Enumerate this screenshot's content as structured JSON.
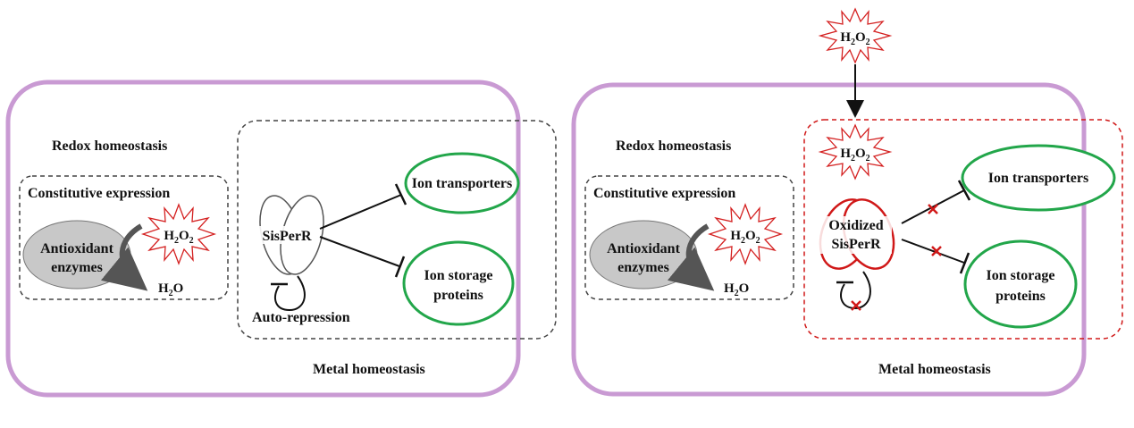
{
  "panels": [
    {
      "redox_label": "Redox homeostasis",
      "metal_label": "Metal homeostasis",
      "constitutive_label": "Constitutive expression",
      "enzyme_line1": "Antioxidant",
      "enzyme_line2": "enzymes",
      "h2o2_main": "H",
      "h2o2_sub1": "2",
      "h2o2_mid": "O",
      "h2o2_sub2": "2",
      "h2o_main": "H",
      "h2o_sub": "2",
      "h2o_end": "O",
      "regulator": "SisPerR",
      "autorep_label": "Auto-repression",
      "transporters_label": "Ion transporters",
      "storage_line1": "Ion storage",
      "storage_line2": "proteins"
    },
    {
      "redox_label": "Redox homeostasis",
      "metal_label": "Metal homeostasis",
      "constitutive_label": "Constitutive expression",
      "enzyme_line1": "Antioxidant",
      "enzyme_line2": "enzymes",
      "h2o2_main": "H",
      "h2o2_sub1": "2",
      "h2o2_mid": "O",
      "h2o2_sub2": "2",
      "h2o_main": "H",
      "h2o_sub": "2",
      "h2o_end": "O",
      "regulator_line1": "Oxidized",
      "regulator_line2": "SisPerR",
      "transporters_label": "Ion transporters",
      "storage_line1": "Ion storage",
      "storage_line2": "proteins"
    }
  ],
  "colors": {
    "cell_border": "#c99ad3",
    "dashed_grey": "#444444",
    "dashed_red": "#d01818",
    "green": "#22a64a",
    "star_red": "#d42020",
    "enzyme_fill": "#c8c8c8",
    "arrow_grey": "#555555",
    "inhibit_x": "#d01818"
  },
  "icons": {
    "h2o2_burst": "starburst-icon",
    "inhibition": "t-bar-inhibition-icon",
    "cross": "red-x-icon"
  }
}
